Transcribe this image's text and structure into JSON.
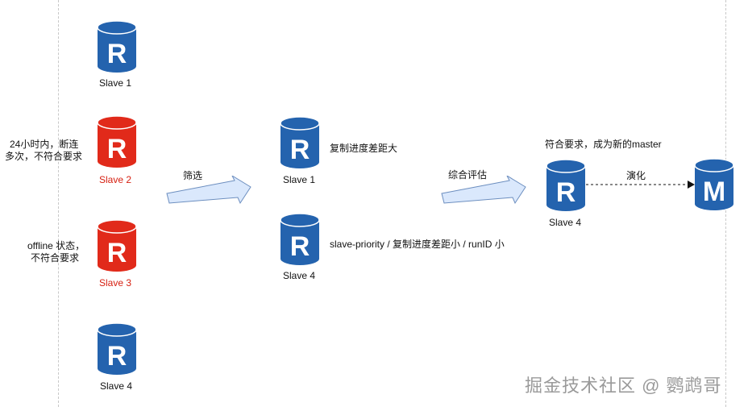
{
  "left_column": {
    "slaves": [
      {
        "label": "Slave 1",
        "letter": "R",
        "color": "#2463ae"
      },
      {
        "label": "Slave 2",
        "letter": "R",
        "color": "#e12a1a"
      },
      {
        "label": "Slave 3",
        "letter": "R",
        "color": "#e12a1a"
      },
      {
        "label": "Slave 4",
        "letter": "R",
        "color": "#2463ae"
      }
    ],
    "notes": {
      "slave2_line1": "24小时内，断连",
      "slave2_line2": "多次，不符合要求",
      "slave3_line1": "offline 状态，",
      "slave3_line2": "不符合要求"
    }
  },
  "filter_step": {
    "label": "筛选"
  },
  "middle_column": {
    "slaves": [
      {
        "label": "Slave 1",
        "letter": "R",
        "note": "复制进度差距大"
      },
      {
        "label": "Slave 4",
        "letter": "R",
        "note": "slave-priority / 复制进度差距小 / runID 小"
      }
    ]
  },
  "evaluate_step": {
    "label": "综合评估"
  },
  "right_column": {
    "selected": {
      "label": "Slave 4",
      "letter": "R",
      "note": "符合要求，成为新的master"
    },
    "evolve_label": "演化",
    "master": {
      "letter": "M"
    }
  },
  "colors": {
    "blue": "#2463ae",
    "red": "#e12a1a",
    "arrow_fill": "#dae8fc",
    "arrow_stroke": "#6c8ebf"
  },
  "watermark": "掘金技术社区 @ 鹦鹉哥"
}
